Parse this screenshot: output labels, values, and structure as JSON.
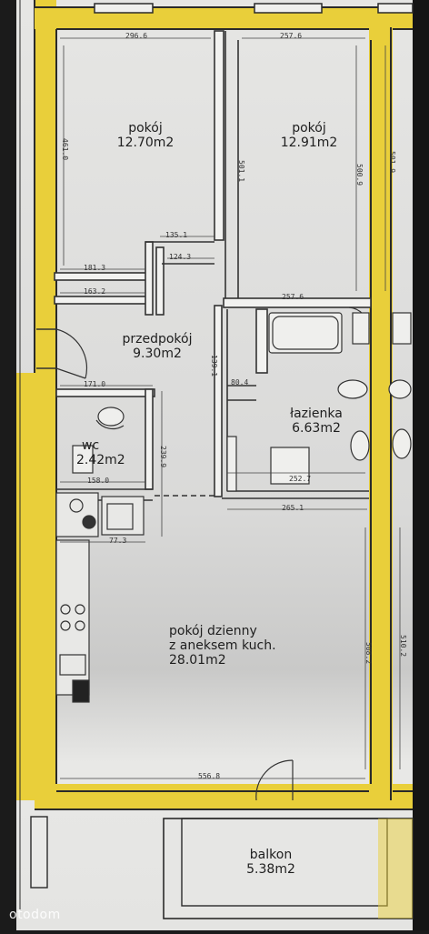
{
  "rooms": {
    "bedroom_left": {
      "name": "pokój",
      "area": "12.70m2"
    },
    "bedroom_right": {
      "name": "pokój",
      "area": "12.91m2"
    },
    "hallway": {
      "name": "przedpokój",
      "area": "9.30m2"
    },
    "bathroom": {
      "name": "łazienka",
      "area": "6.63m2"
    },
    "wc": {
      "name": "wc",
      "area": "2.42m2"
    },
    "living_line1": "pokój dzienny",
    "living_line2": "z aneksem kuch.",
    "living_area": "28.01m2",
    "balcony": {
      "name": "balkon",
      "area": "5.38m2"
    }
  },
  "dimensions": {
    "top_left": "296.6",
    "top_right": "257.6",
    "mid_right": "257.6",
    "bottom": "556.8",
    "hall_row1": "135.1",
    "hall_row2": "124.3",
    "hall_row3": "181.3",
    "hall_row4": "163.2",
    "wc_top": "171.0",
    "wc_bottom": "158.0",
    "kitchen_small": "77.3",
    "bath_bottom": "252.7",
    "corridor": "265.1",
    "bath_small": "80.4",
    "left_room_height": "461.0",
    "right_room_height": "501.1",
    "right_room_height_b": "500.9",
    "bath_side": "139.1",
    "wc_side": "239.9",
    "living_side": "508.2",
    "far_right": "501.9",
    "far_right_low": "510.2"
  },
  "watermark": "otodom",
  "colors": {
    "wall_fill": "#e9cf3a",
    "paper": "#e3e3e1",
    "line": "#3a3a3a"
  }
}
